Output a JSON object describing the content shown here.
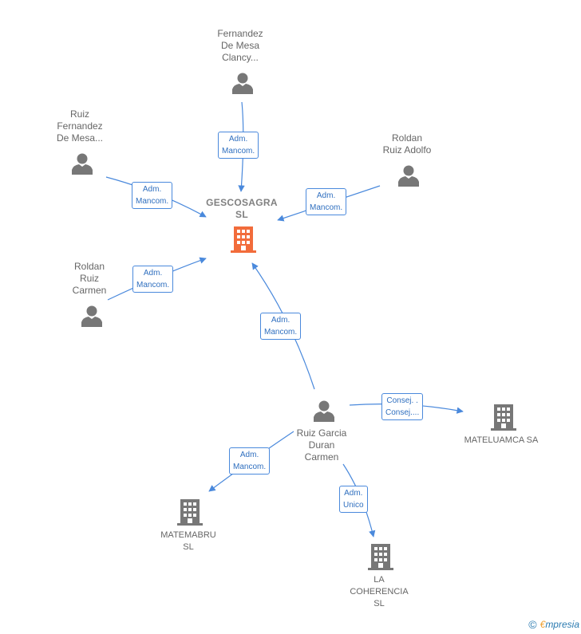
{
  "colors": {
    "edge": "#4a89dc",
    "person": "#777777",
    "company": "#777777",
    "focus": "#f26c3b"
  },
  "people": {
    "fernandez": {
      "lines": [
        "Fernandez",
        "De Mesa",
        "Clancy..."
      ]
    },
    "ruizfdez": {
      "lines": [
        "Ruiz",
        "Fernandez",
        "De Mesa..."
      ]
    },
    "roldanadolfo": {
      "lines": [
        "Roldan",
        "Ruiz Adolfo"
      ]
    },
    "roldancarmen": {
      "lines": [
        "Roldan",
        "Ruiz",
        "Carmen"
      ]
    },
    "ruizgarcia": {
      "lines": [
        "Ruiz Garcia",
        "Duran",
        "Carmen"
      ]
    }
  },
  "companies": {
    "gescosagra": {
      "lines": [
        "GESCOSAGRA",
        "SL"
      ]
    },
    "mateluamca": {
      "lines": [
        "MATELUAMCA SA"
      ]
    },
    "matemabru": {
      "lines": [
        "MATEMABRU",
        "SL"
      ]
    },
    "lacoherencia": {
      "lines": [
        "LA",
        "COHERENCIA",
        "SL"
      ]
    }
  },
  "relations": {
    "r1": [
      "Adm.",
      "Mancom."
    ],
    "r2": [
      "Adm.",
      "Mancom."
    ],
    "r3": [
      "Adm.",
      "Mancom."
    ],
    "r4": [
      "Adm.",
      "Mancom."
    ],
    "r5": [
      "Adm.",
      "Mancom."
    ],
    "r6": [
      "Consej. .",
      "Consej...."
    ],
    "r7": [
      "Adm.",
      "Mancom."
    ],
    "r8": [
      "Adm.",
      "Unico"
    ]
  },
  "footer": {
    "copyright": "©",
    "brand_initial": "€",
    "brand_rest": "mpresia"
  }
}
